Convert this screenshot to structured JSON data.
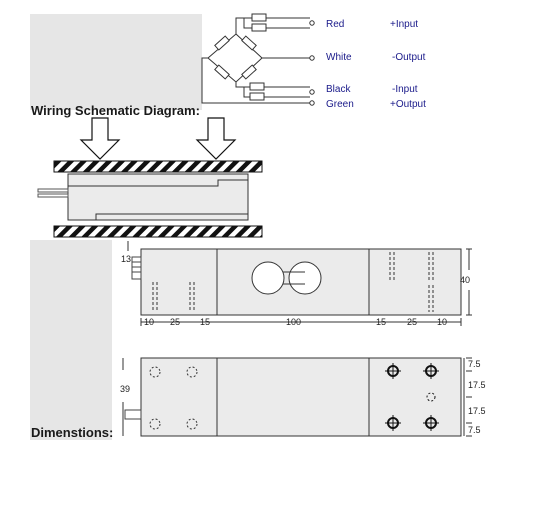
{
  "wiring": {
    "title": "Wiring Schematic Diagram:",
    "wires": [
      {
        "color": "Red",
        "signal": "+Input"
      },
      {
        "color": "White",
        "signal": "-Output"
      },
      {
        "color": "Black",
        "signal": "-Input"
      },
      {
        "color": "Green",
        "signal": "+Output"
      }
    ]
  },
  "dimensions": {
    "title": "Dimenstions:",
    "top_view": {
      "height": "40",
      "cable_offset": "13",
      "segments": [
        "10",
        "25",
        "15",
        "100",
        "15",
        "25",
        "10"
      ]
    },
    "side_view": {
      "height": "39",
      "hole_spacing": [
        "7.5",
        "17.5",
        "17.5",
        "7.5"
      ]
    }
  },
  "colors": {
    "panel": "#e6e6e6",
    "wire_label": "#1a1a8a",
    "body_fill": "#ebebeb",
    "line": "#333333"
  }
}
